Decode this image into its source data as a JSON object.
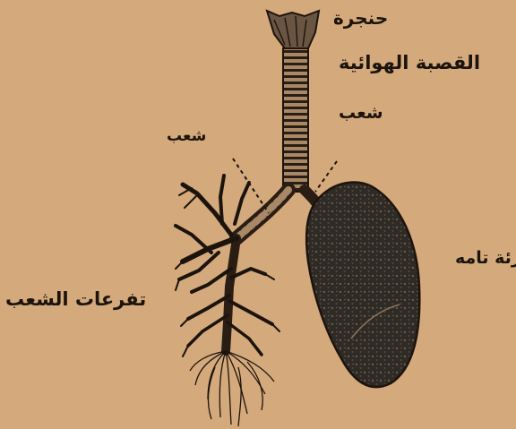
{
  "labels": {
    "larynx": "حنجرة",
    "trachea": "القصبة الهوائية",
    "bronchus_right": "شعب",
    "bronchus_left": "شعب",
    "lung": "رئة تامه",
    "bronchial_branches": "تفرعات الشعب"
  },
  "colors": {
    "paper": "#d4a97c",
    "ink": "#1c140c",
    "lung_fill": "#2e2a26"
  }
}
